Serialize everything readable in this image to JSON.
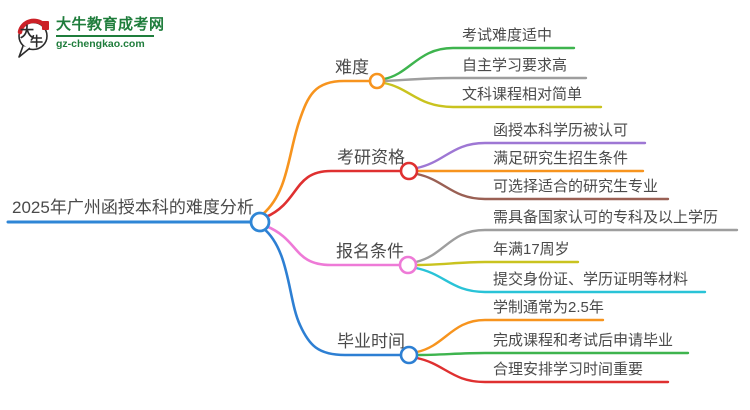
{
  "logo": {
    "title": "大牛教育成考网",
    "url": "gz-chengkao.com",
    "icon_chars": {
      "char1": "大",
      "char2": "牛"
    },
    "colors": {
      "green": "#1f7d3c",
      "red": "#cc2127",
      "ink": "#2b2b2b"
    }
  },
  "mindmap": {
    "text_color": "#4a4a4a",
    "root": {
      "text": "2025年广州函授本科的难度分析",
      "color": "#2f86d6"
    },
    "branches": [
      {
        "label": "难度",
        "color": "#f7941e",
        "leaves": [
          {
            "text": "考试难度适中",
            "color": "#3eb44e"
          },
          {
            "text": "自主学习要求高",
            "color": "#9e9e9e"
          },
          {
            "text": "文科课程相对简单",
            "color": "#c9c31f"
          }
        ]
      },
      {
        "label": "考研资格",
        "color": "#df3030",
        "leaves": [
          {
            "text": "函授本科学历被认可",
            "color": "#9e77d4"
          },
          {
            "text": "满足研究生招生条件",
            "color": "#f7941e"
          },
          {
            "text": "可选择适合的研究生专业",
            "color": "#9a6054"
          }
        ]
      },
      {
        "label": "报名条件",
        "color": "#ee7ad7",
        "leaves": [
          {
            "text": "需具备国家认可的专科及以上学历",
            "color": "#9e9e9e"
          },
          {
            "text": "年满17周岁",
            "color": "#c9c31f"
          },
          {
            "text": "提交身份证、学历证明等材料",
            "color": "#29c3d7"
          }
        ]
      },
      {
        "label": "毕业时间",
        "color": "#2d7fd3",
        "leaves": [
          {
            "text": "学制通常为2.5年",
            "color": "#f7941e"
          },
          {
            "text": "完成课程和考试后申请毕业",
            "color": "#3eb44e"
          },
          {
            "text": "合理安排学习时间重要",
            "color": "#df3030"
          }
        ]
      }
    ]
  }
}
